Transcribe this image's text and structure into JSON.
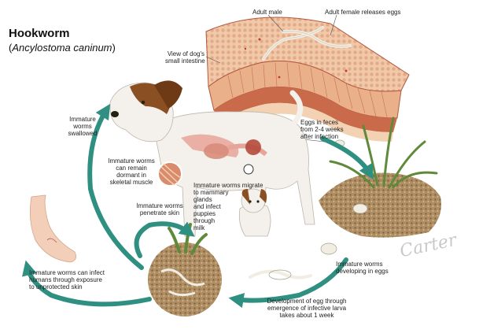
{
  "title": "Hookworm",
  "subtitle_open": "(",
  "subtitle_scientific": "Ancylostoma caninum",
  "subtitle_close": ")",
  "signature": "Carter",
  "labels": {
    "adult_male": "Adult male",
    "adult_female": "Adult female releases eggs",
    "view_intestine_1": "View of dog's",
    "view_intestine_2": "small intestine",
    "eggs_feces_1": "Eggs in feces",
    "eggs_feces_2": "from 2-4 weeks",
    "eggs_feces_3": "after infection",
    "swallowed_1": "Immature",
    "swallowed_2": "worms",
    "swallowed_3": "swallowed",
    "dormant_1": "Immature worms",
    "dormant_2": "can remain",
    "dormant_3": "dormant in",
    "dormant_4": "skeletal muscle",
    "migrate_1": "Immature worms migrate",
    "migrate_2": "to mammary",
    "migrate_3": "glands",
    "migrate_4": "and infect",
    "migrate_5": "puppies",
    "migrate_6": "through",
    "migrate_7": "milk",
    "penetrate_1": "Immature worms",
    "penetrate_2": "penetrate skin",
    "humans_1": "Immature worms can infect",
    "humans_2": "humans through exposure",
    "humans_3": "to unprotected skin",
    "developing_1": "Immature worms",
    "developing_2": "developing in eggs",
    "development_1": "Development of egg through",
    "development_2": "emergence of infective larva",
    "development_3": "takes about 1 week"
  },
  "colors": {
    "cycle_arrow": "#2f8f80",
    "intestine_tissue": "#e8b48f",
    "intestine_dark": "#b5573d",
    "worm": "#f1ede2",
    "soil": "#a5855e",
    "grass": "#5e8a3a",
    "dog_brown": "#8a4f22"
  }
}
